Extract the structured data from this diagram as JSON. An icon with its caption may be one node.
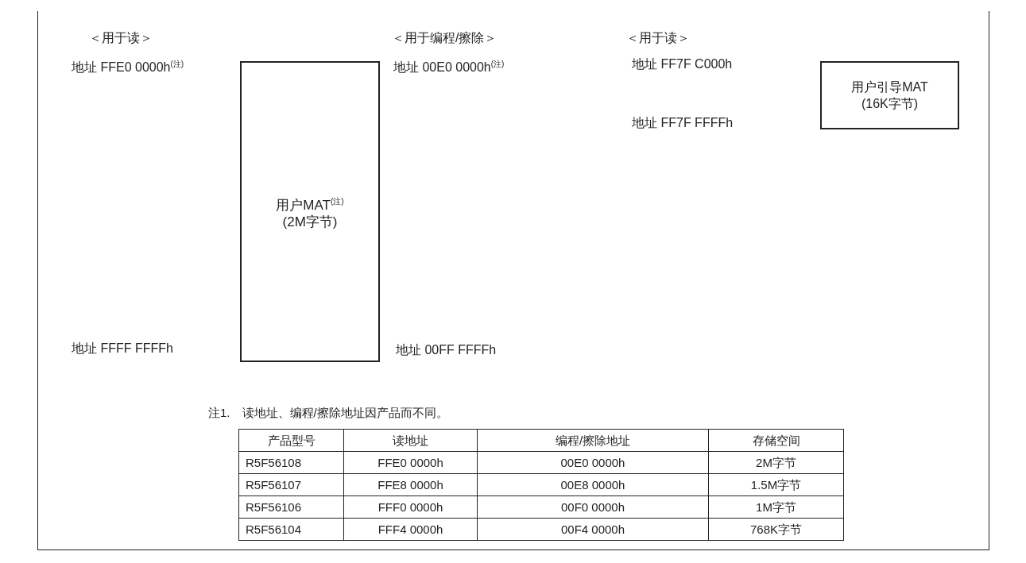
{
  "diagram": {
    "nodes": [
      {
        "text": [
          "用户MAT$^{(注)}$ (2M字节)"
        ]
      },
      {
        "text": [
          "用户引导MAT (16K字节)"
        ]
      }
    ],
    "labels": [
      "＜用于读＞",
      "＜用于编程/擦除＞",
      "＜用于读＞",
      "地址 FFE0 0000h$^{(注)}$",
      "地址 00E0 0000h$^{(注)}$",
      "地址 FF7F C000h",
      "地址 FF7F FFFFh",
      "地址 FFFF FFFFh",
      "地址 00FF FFFFh",
      "注1.　读地址、编程/擦除地址因产品而不同。",
      "产品型号",
      "读地址",
      "编程/擦除地址",
      "存储空间",
      "R5F56108",
      "FFE0 0000h",
      "00E0 0000h",
      "2M字节",
      "R5F56107",
      "FFE8 0000h",
      "00E8 0000h",
      "1.5M字节",
      "R5F56106",
      "FFF0 0000h",
      "00F0 0000h",
      "1M字节",
      "R5F56104",
      "FFF4 0000h",
      "00F4 0000h",
      "768K字节"
    ]
  }
}
